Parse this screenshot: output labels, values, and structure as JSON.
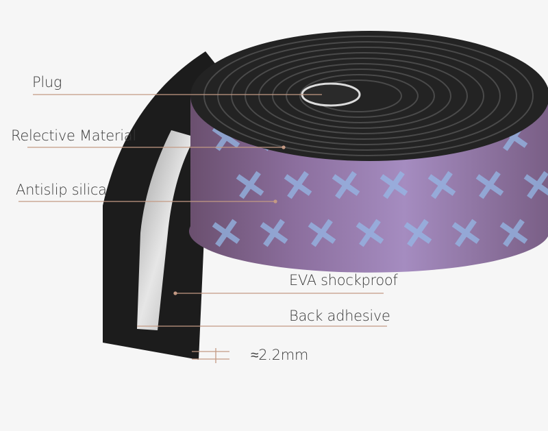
{
  "labels": {
    "plug": "Plug",
    "reflective": "Relective Material",
    "antislip": "Antislip silica",
    "eva": "EVA shockproof",
    "adhesive": "Back adhesive",
    "thickness": "≈2.2mm"
  },
  "colors": {
    "background": "#f6f6f6",
    "leader_line": "#c49a84",
    "tape_black": "#1c1c1c",
    "tape_purple": "#8a6a9a",
    "pattern_blue": "#8fb4e0",
    "backing_silver": "#c8c8c8"
  }
}
